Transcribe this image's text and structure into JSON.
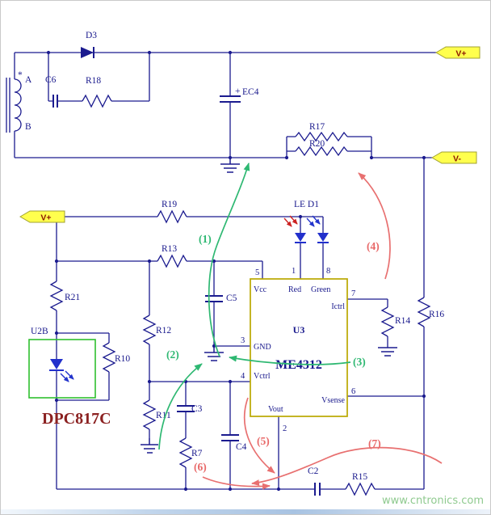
{
  "colors": {
    "wire": "#1b1b8f",
    "annotation_green": "#2eb872",
    "annotation_red": "#e87070",
    "chip_border": "#b9a800",
    "flag_fill": "#ffff4d",
    "flag_text": "#8b1500",
    "opto_box": "#2fbf2f",
    "led_blue": "#2230cc",
    "dpc_text": "#8b2121",
    "watermark_green": "#8fca8f"
  },
  "terminals": {
    "vplus_top": "V+",
    "vplus_left": "V+",
    "vminus": "V-"
  },
  "transformer": {
    "star": "*",
    "pin_a": "A",
    "pin_b": "B"
  },
  "parts": {
    "d3": "D3",
    "c6": "C6",
    "r18": "R18",
    "ec4_plus": "+",
    "ec4": "EC4",
    "r17": "R17",
    "r20": "R20",
    "r19": "R19",
    "led1": "LE D1",
    "r13": "R13",
    "r21": "R21",
    "r12": "R12",
    "r10": "R10",
    "r11": "R11",
    "r7": "R7",
    "c5": "C5",
    "c3": "C3",
    "c4": "C4",
    "c2": "C2",
    "r15": "R15",
    "r14": "R14",
    "r16": "R16",
    "u2b": "U2B",
    "opto_part": "DPC817C"
  },
  "chip": {
    "ref": "U3",
    "part": "ME4312",
    "pins": {
      "n1": "1",
      "n2": "2",
      "n3": "3",
      "n4": "4",
      "n5": "5",
      "n6": "6",
      "n7": "7",
      "n8": "8",
      "vcc": "Vcc",
      "red": "Red",
      "green": "Green",
      "gnd": "GND",
      "vctrl": "Vctrl",
      "ictrl": "Ictrl",
      "vout": "Vout",
      "vsense": "Vsense"
    }
  },
  "annotations": {
    "n1": "(1)",
    "n2": "(2)",
    "n3": "(3)",
    "n4": "(4)",
    "n5": "(5)",
    "n6": "(6)",
    "n7": "(7)"
  },
  "watermark": "www.cntronics.com"
}
